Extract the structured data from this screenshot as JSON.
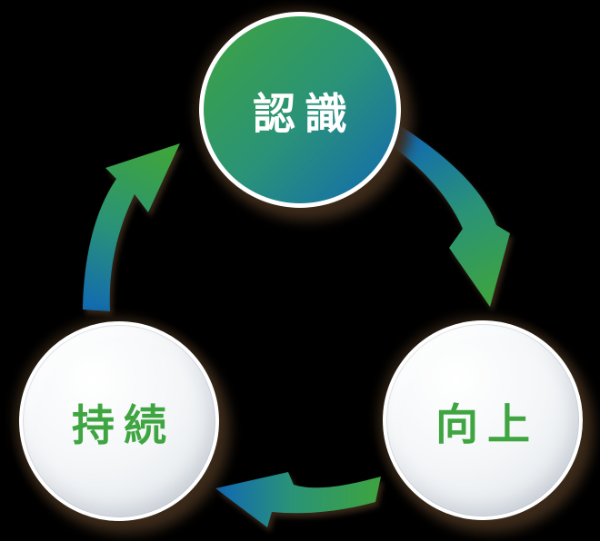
{
  "diagram": {
    "type": "cycle",
    "nodes": [
      {
        "id": "ninshiki",
        "label": "認識",
        "fill": "green-blue-gradient",
        "text_color": "#FFFFFF"
      },
      {
        "id": "koujou",
        "label": "向上",
        "fill": "white",
        "text_color": "#3FA541"
      },
      {
        "id": "jizoku",
        "label": "持続",
        "fill": "white",
        "text_color": "#3FA541"
      }
    ],
    "arrows": [
      {
        "id": "ninshiki-to-koujou",
        "from": "認識",
        "to": "向上",
        "gradient": "blue-to-green"
      },
      {
        "id": "koujou-to-jizoku",
        "from": "向上",
        "to": "持続",
        "gradient": "green-to-blue"
      },
      {
        "id": "jizoku-to-ninshiki",
        "from": "持続",
        "to": "認識",
        "gradient": "blue-to-green"
      }
    ],
    "colors": {
      "background": "#000000",
      "green": "#3EA43E",
      "teal": "#2A9377",
      "blue": "#1169B3",
      "text_green": "#3FA541",
      "text_white": "#FFFFFF"
    }
  }
}
